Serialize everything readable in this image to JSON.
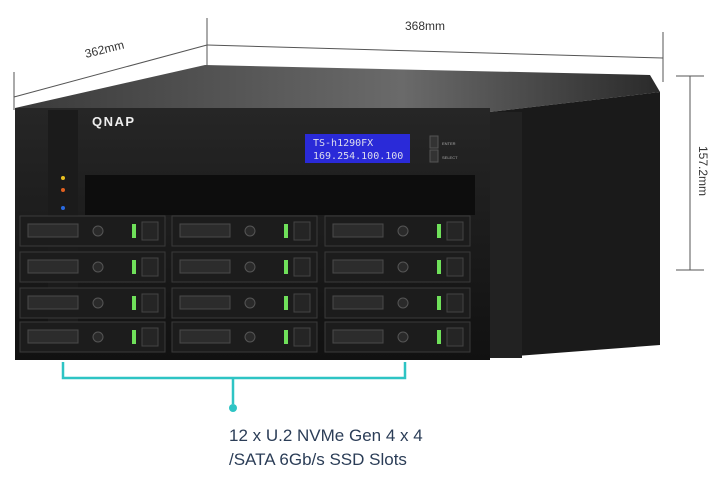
{
  "dimensions": {
    "depth": "362mm",
    "width": "368mm",
    "height": "157.2mm"
  },
  "device": {
    "brand": "QNAP",
    "lcd_line1": "TS-h1290FX",
    "lcd_line2": "169.254.100.100",
    "button_enter": "ENTER",
    "button_select": "SELECT",
    "drive_bays": 12
  },
  "caption": {
    "line1": "12 x U.2 NVMe Gen 4 x 4",
    "line2": "/SATA 6Gb/s SSD Slots"
  },
  "colors": {
    "accent": "#2ec4c4",
    "lcd": "#2a2ad8",
    "led": "#6fe05a",
    "caption": "#2b3d57"
  }
}
